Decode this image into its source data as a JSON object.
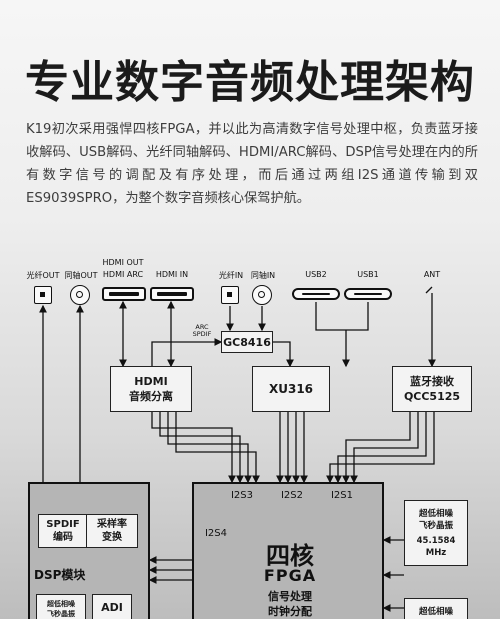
{
  "title": "专业数字音频处理架构",
  "intro": "K19初次采用强悍四核FPGA，并以此为高清数字信号处理中枢，负责蓝牙接收解码、USB解码、光纤同轴解码、HDMI/ARC解码、DSP信号处理在内的所有数字信号的调配及有序处理，而后通过两组I2S通道传输到双ES9039SPRO，为整个数字音频核心保驾护航。",
  "ports": {
    "optical_out": "光纤OUT",
    "coax_out": "同轴OUT",
    "hdmi_out_arc": [
      "HDMI OUT",
      "HDMI ARC"
    ],
    "hdmi_in": "HDMI IN",
    "optical_in": "光纤IN",
    "coax_in": "同轴IN",
    "usb2": "USB2",
    "usb1": "USB1",
    "ant": "ANT"
  },
  "arc_spdif": [
    "ARC",
    "SPDIF"
  ],
  "chips": {
    "gc8416": "GC8416",
    "hdmi_split": [
      "HDMI",
      "音频分离"
    ],
    "xu316": "XU316",
    "bt": [
      "蓝牙接收",
      "QCC5125"
    ]
  },
  "fpga": {
    "title": "四核",
    "subtitle": "FPGA",
    "desc": [
      "信号处理",
      "时钟分配"
    ],
    "i2s3": "I2S3",
    "i2s2": "I2S2",
    "i2s1": "I2S1",
    "i2s4": "I2S4"
  },
  "dsp": {
    "module": "DSP模块",
    "spdif_enc": [
      "SPDIF",
      "编码"
    ],
    "src": [
      "采样率",
      "变换"
    ],
    "adi": "ADI",
    "clock": [
      "超低相噪",
      "飞秒晶振"
    ]
  },
  "oscillator": {
    "title": [
      "超低相噪",
      "飞秒晶振"
    ],
    "freq": [
      "45.1584",
      "MHz"
    ],
    "title2": "超低相噪"
  }
}
